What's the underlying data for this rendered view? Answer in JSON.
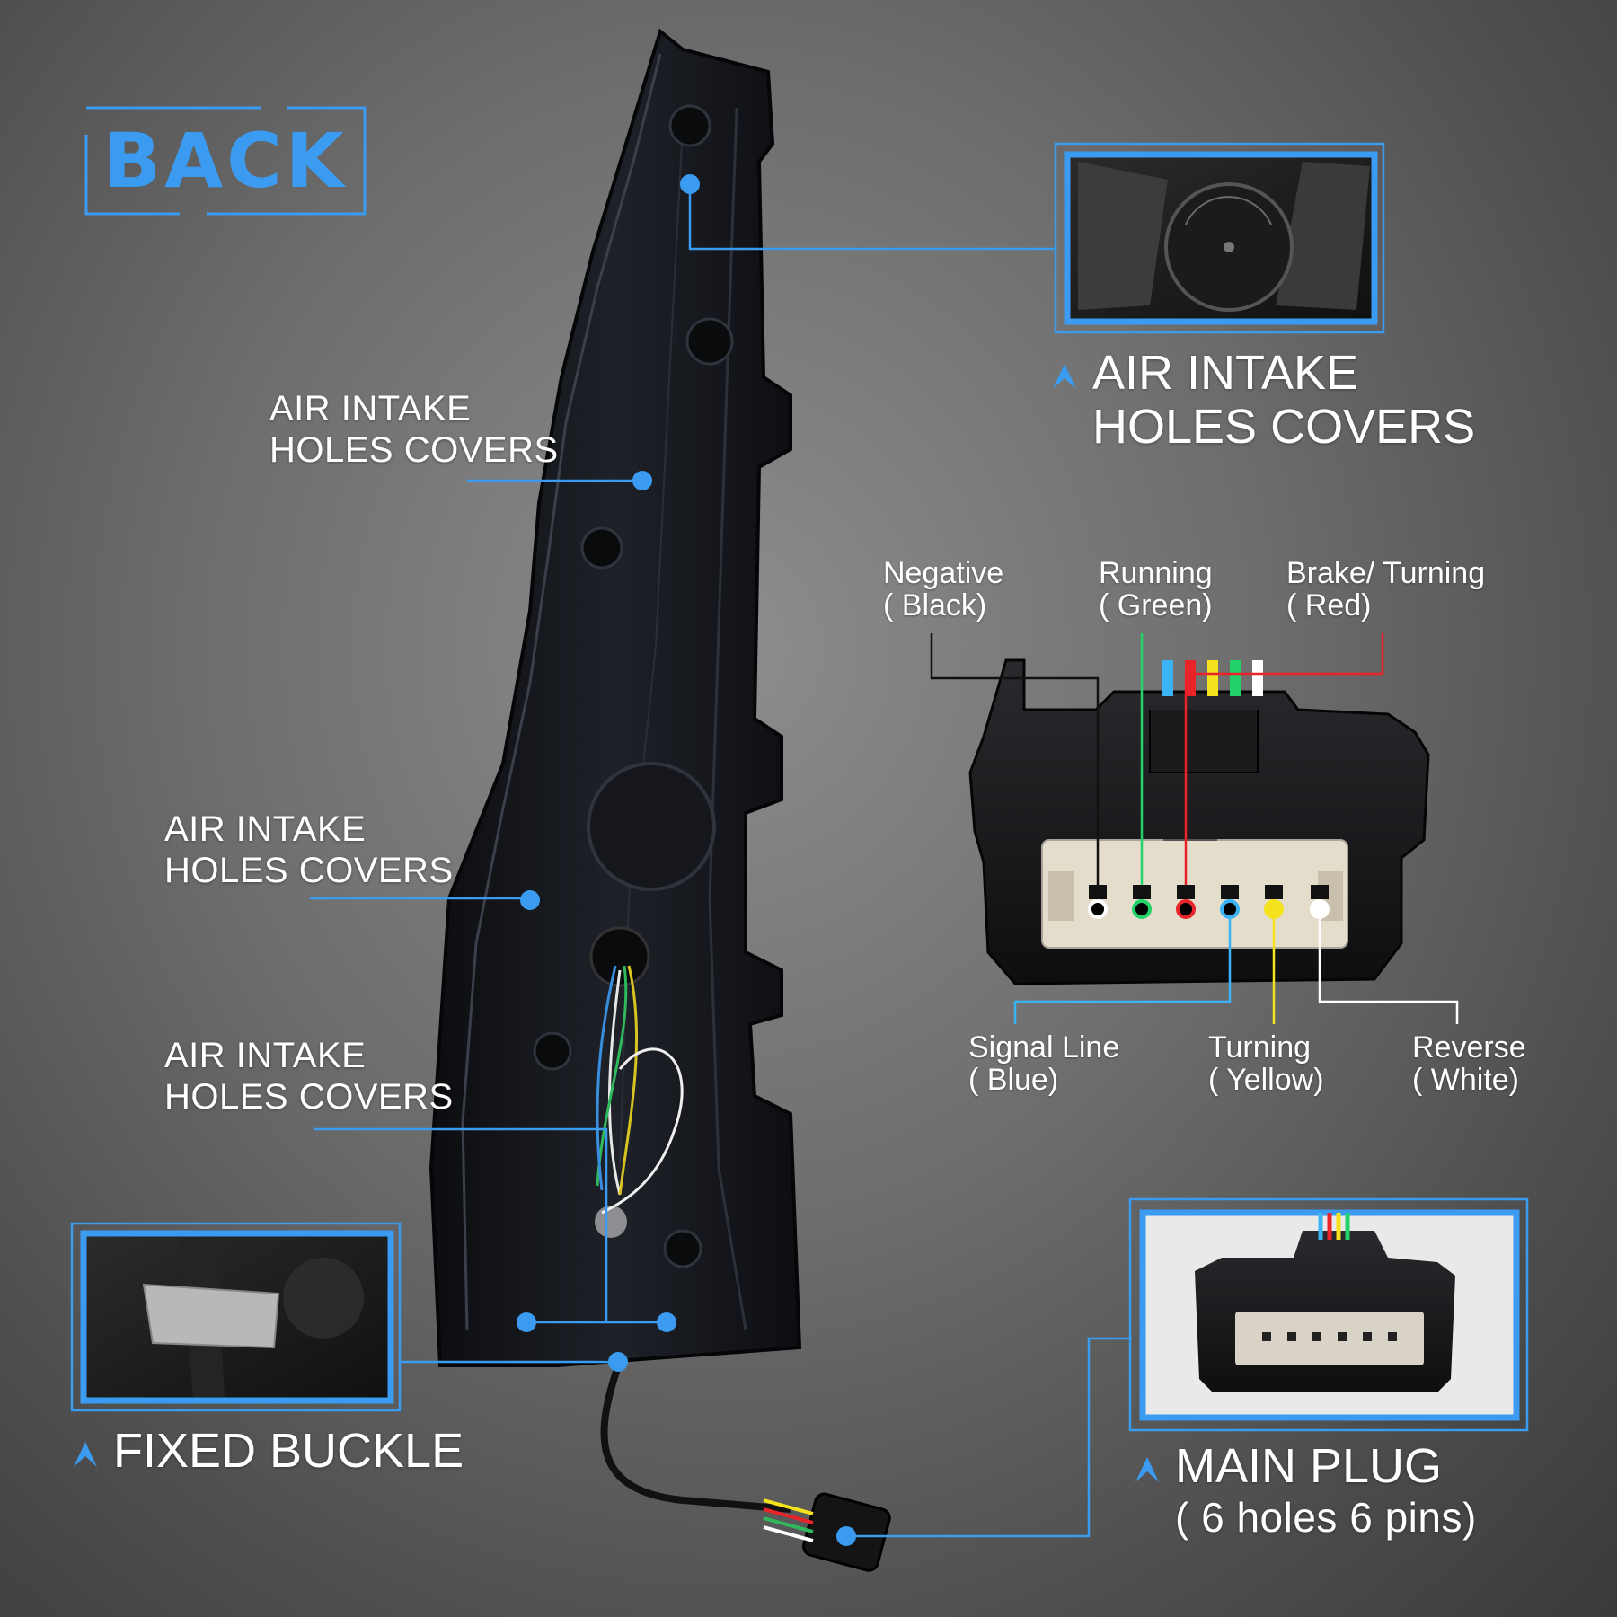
{
  "title": "BACK",
  "colors": {
    "accent": "#3a9bf0",
    "text": "#ffffff",
    "wire_black": "#111111",
    "wire_green": "#23d36a",
    "wire_red": "#e8242a",
    "wire_blue": "#3ab4f5",
    "wire_yellow": "#f3e21c",
    "wire_white": "#ffffff"
  },
  "callouts": {
    "air_intake_top": [
      "AIR INTAKE",
      "HOLES COVERS"
    ],
    "air_intake_1": [
      "AIR INTAKE",
      "HOLES COVERS"
    ],
    "air_intake_2": [
      "AIR INTAKE",
      "HOLES COVERS"
    ],
    "air_intake_3": [
      "AIR INTAKE",
      "HOLES COVERS"
    ],
    "fixed_buckle": "FIXED BUCKLE",
    "main_plug": [
      "MAIN PLUG",
      "( 6 holes 6 pins)"
    ]
  },
  "connector_pins": [
    {
      "name": "Negative",
      "color_label": "( Black)",
      "color": "#111111"
    },
    {
      "name": "Running",
      "color_label": "( Green)",
      "color": "#23d36a"
    },
    {
      "name": "Brake/ Turning",
      "color_label": "( Red)",
      "color": "#e8242a"
    },
    {
      "name": "Signal Line",
      "color_label": "( Blue)",
      "color": "#3ab4f5"
    },
    {
      "name": "Turning",
      "color_label": "( Yellow)",
      "color": "#f3e21c"
    },
    {
      "name": "Reverse",
      "color_label": "( White)",
      "color": "#ffffff"
    }
  ],
  "icons": [
    "caret-up-icon",
    "air-intake-cover-photo",
    "fixed-buckle-photo",
    "main-plug-photo",
    "tail-light-back-housing",
    "connector-face"
  ]
}
